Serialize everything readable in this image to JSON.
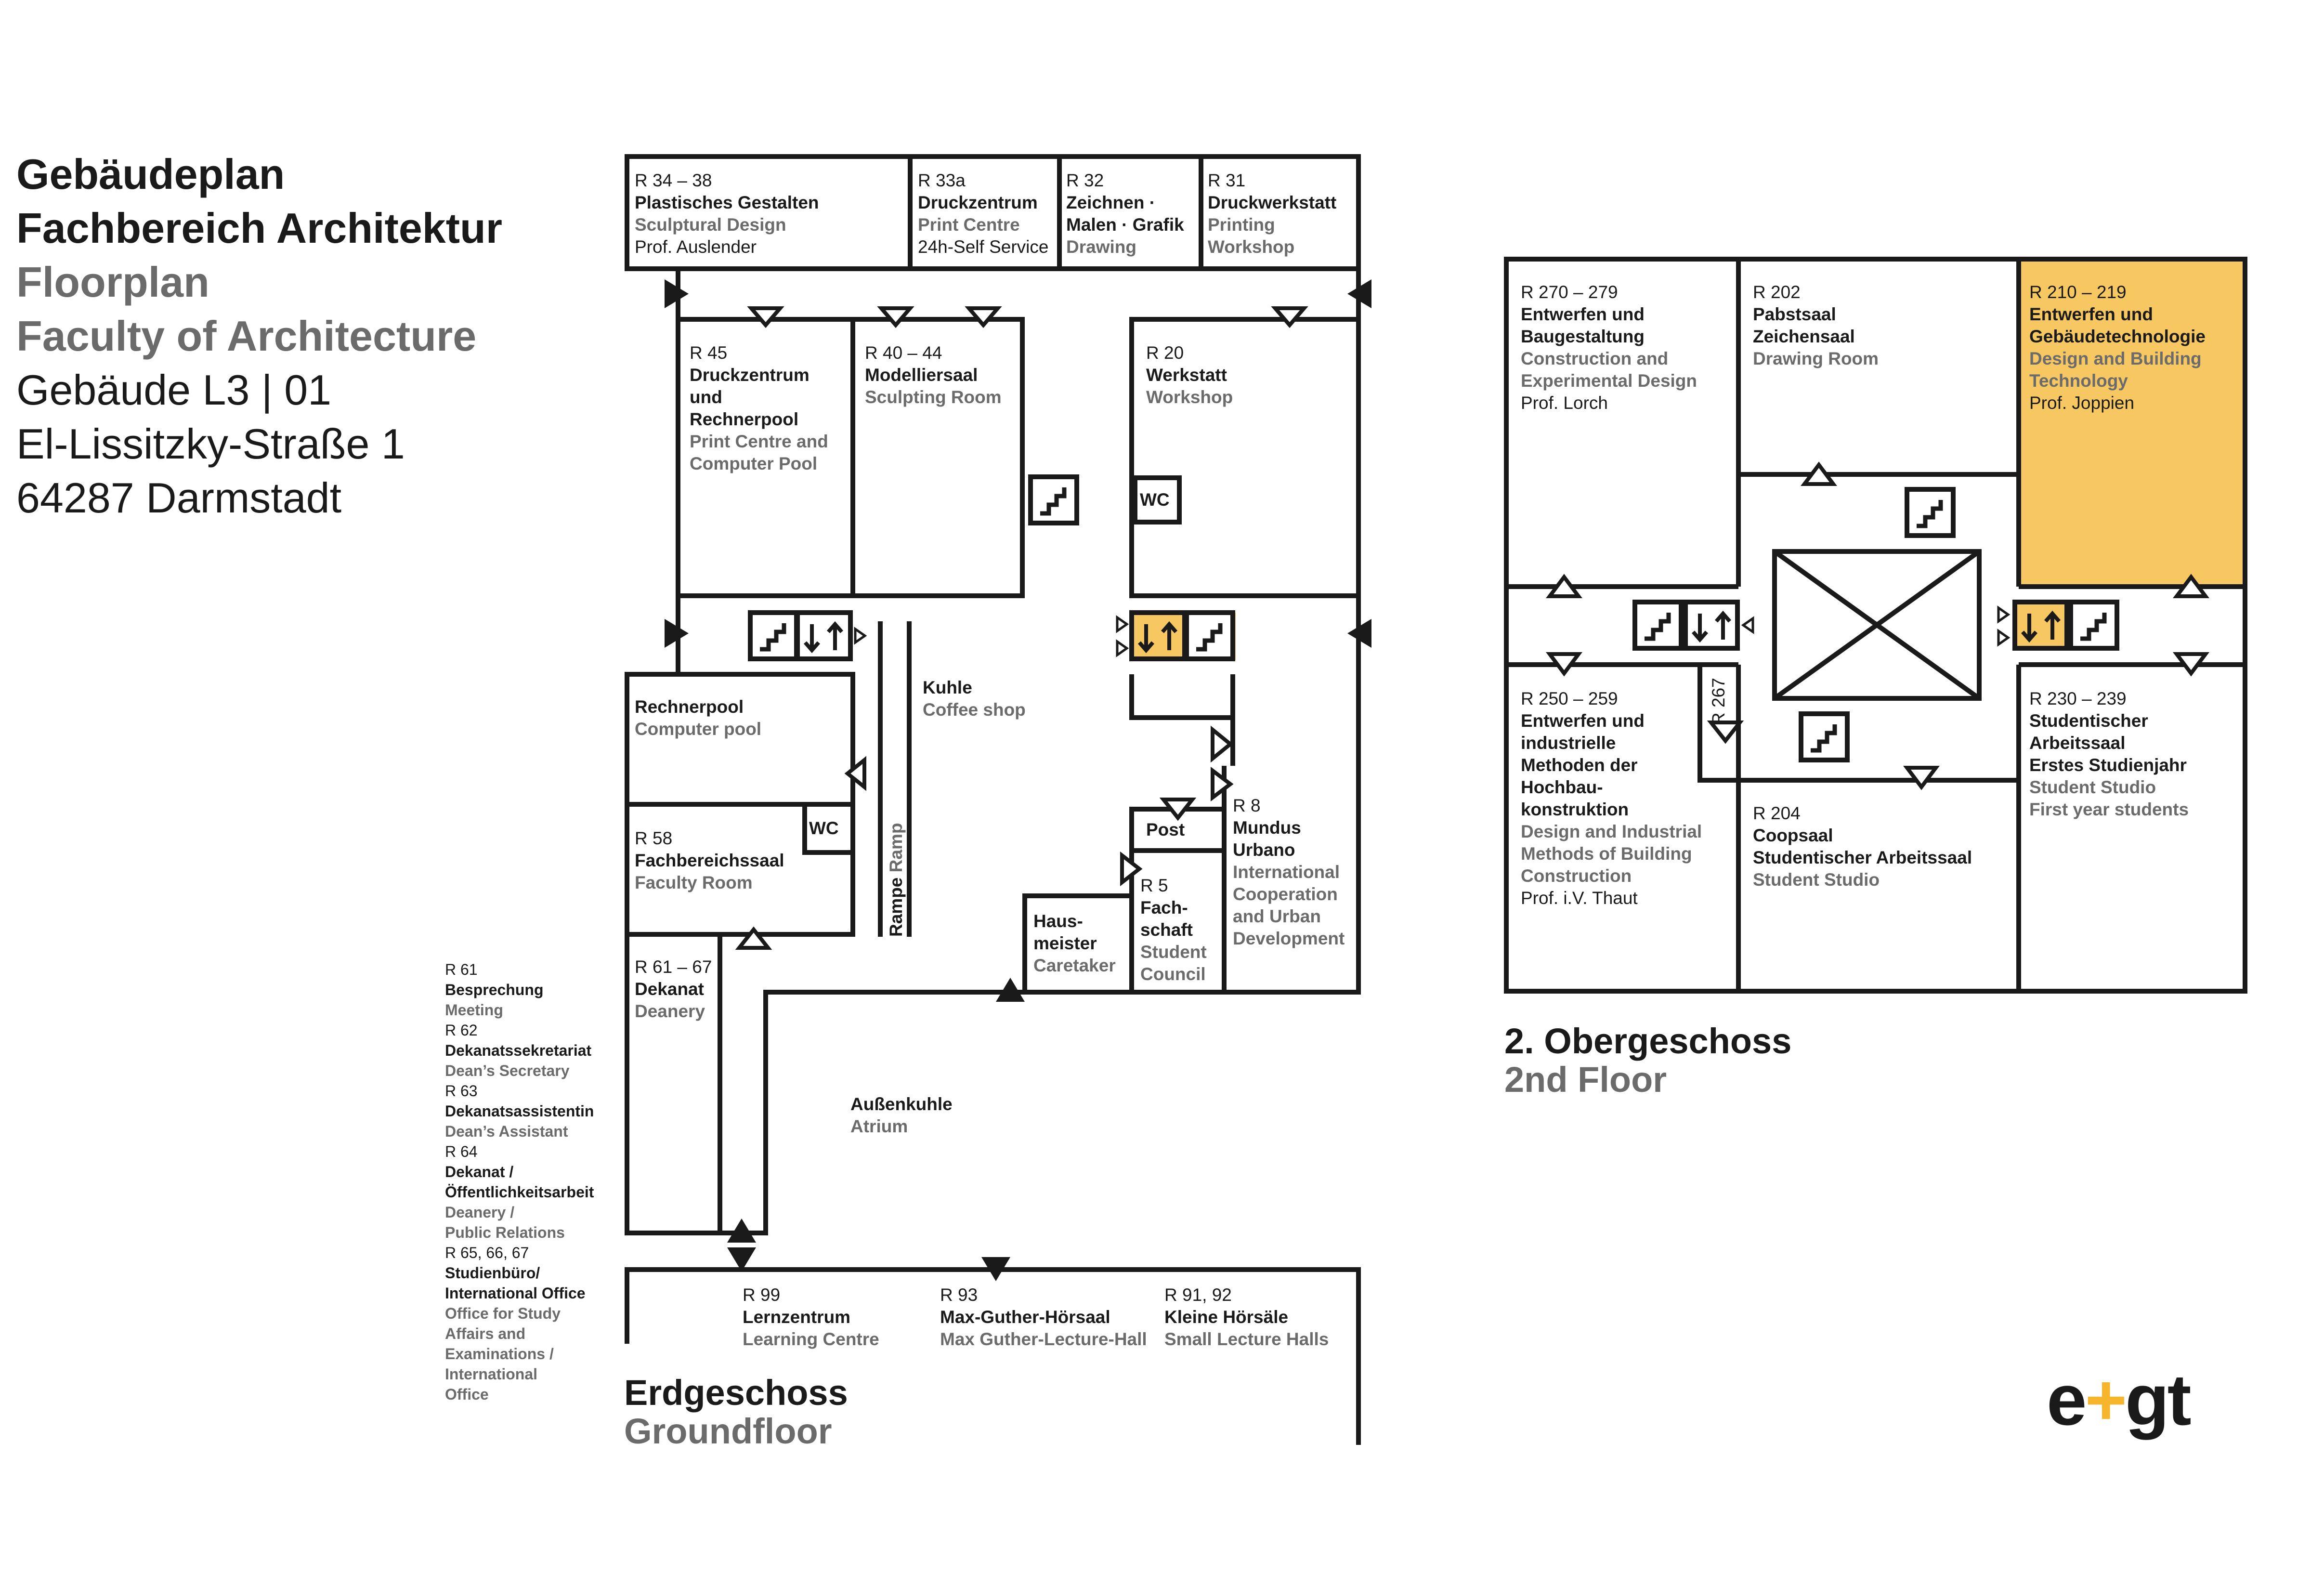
{
  "header": {
    "title_de_1": "Gebäudeplan",
    "title_de_2": "Fachbereich Architektur",
    "title_en_1": "Floorplan",
    "title_en_2": "Faculty of Architecture",
    "building": "Gebäude L3 | 01",
    "street": "El-Lissitzky-Straße 1",
    "city": "64287 Darmstadt"
  },
  "ground": {
    "title_de": "Erdgeschoss",
    "title_en": "Groundfloor",
    "rooms": {
      "r34": {
        "num": "R 34 – 38",
        "de": "Plastisches Gestalten",
        "en": "Sculptural Design",
        "prof": "Prof. Auslender"
      },
      "r33a": {
        "num": "R 33a",
        "de": "Druckzentrum",
        "en": "Print Centre",
        "extra": "24h-Self Service"
      },
      "r32": {
        "num": "R 32",
        "de1": "Zeichnen ·",
        "de2": "Malen · Grafik",
        "en": "Drawing"
      },
      "r31": {
        "num": "R 31",
        "de": "Druckwerkstatt",
        "en1": "Printing",
        "en2": "Workshop"
      },
      "r45": {
        "num": "R 45",
        "de1": "Druckzentrum",
        "de2": "und",
        "de3": "Rechnerpool",
        "en1": "Print Centre and",
        "en2": "Computer Pool"
      },
      "r40": {
        "num": "R 40 – 44",
        "de": "Modelliersaal",
        "en": "Sculpting Room"
      },
      "r20": {
        "num": "R 20",
        "de": "Werkstatt",
        "en": "Workshop"
      },
      "rechnerpool": {
        "de": "Rechnerpool",
        "en": "Computer pool"
      },
      "r58": {
        "num": "R 58",
        "de": "Fachbereichssaal",
        "en": "Faculty Room"
      },
      "kuhle": {
        "de": "Kuhle",
        "en": "Coffee shop"
      },
      "rampe": {
        "de": "Rampe",
        "en": "Ramp"
      },
      "r61": {
        "num": "R 61 – 67",
        "de": "Dekanat",
        "en": "Deanery"
      },
      "hausmeister": {
        "de1": "Haus-",
        "de2": "meister",
        "en": "Caretaker"
      },
      "r5": {
        "num": "R 5",
        "de1": "Fach-",
        "de2": "schaft",
        "en1": "Student",
        "en2": "Council"
      },
      "post": "Post",
      "r8": {
        "num": "R 8",
        "de1": "Mundus",
        "de2": "Urbano",
        "en1": "International",
        "en2": "Cooperation",
        "en3": "and Urban",
        "en4": "Development"
      },
      "atrium": {
        "de": "Außenkuhle",
        "en": "Atrium"
      },
      "r99": {
        "num": "R 99",
        "de": "Lernzentrum",
        "en": "Learning Centre"
      },
      "r93": {
        "num": "R 93",
        "de": "Max-Guther-Hörsaal",
        "en": "Max Guther-Lecture-Hall"
      },
      "r91": {
        "num": "R 91, 92",
        "de": "Kleine Hörsäle",
        "en": "Small Lecture Halls"
      },
      "wc1": "WC",
      "wc2": "WC"
    },
    "dekanat_list": [
      {
        "num": "R 61",
        "de": "Besprechung",
        "en": "Meeting"
      },
      {
        "num": "R 62",
        "de": "Dekanatssekretariat",
        "en": "Dean’s Secretary"
      },
      {
        "num": "R 63",
        "de": "Dekanatsassistentin",
        "en": "Dean’s Assistant"
      },
      {
        "num": "R 64",
        "de": "Dekanat /",
        "de2": "Öffentlichkeitsarbeit",
        "en": "Deanery /",
        "en2": "Public Relations"
      },
      {
        "num": "R 65, 66, 67",
        "de": "Studienbüro/",
        "de2": "International Office",
        "en": "Office for Study",
        "en2": "Affairs and",
        "en3": "Examinations /",
        "en4": "International",
        "en5": "Office"
      }
    ]
  },
  "second": {
    "title_de": "2. Obergeschoss",
    "title_en": "2nd Floor",
    "rooms": {
      "r270": {
        "num": "R 270 – 279",
        "de1": "Entwerfen und",
        "de2": "Baugestaltung",
        "en1": "Construction and",
        "en2": "Experimental Design",
        "prof": "Prof. Lorch"
      },
      "r202": {
        "num": "R 202",
        "de1": "Pabstsaal",
        "de2": "Zeichensaal",
        "en": "Drawing Room"
      },
      "r210": {
        "num": "R 210 – 219",
        "de1": "Entwerfen und",
        "de2": "Gebäudetechnologie",
        "en1": "Design and Building",
        "en2": "Technology",
        "prof": "Prof. Joppien"
      },
      "r250": {
        "num": "R 250 – 259",
        "de1": "Entwerfen und",
        "de2": "industrielle",
        "de3": "Methoden der",
        "de4": "Hochbau-",
        "de5": "konstruktion",
        "en1": "Design and Industrial",
        "en2": "Methods of Building",
        "en3": "Construction",
        "prof": "Prof. i.V. Thaut"
      },
      "r267": "R 267",
      "r204": {
        "num": "R 204",
        "de1": "Coopsaal",
        "de2": "Studentischer Arbeitssaal",
        "en": "Student Studio"
      },
      "r230": {
        "num": "R 230 – 239",
        "de1": "Studentischer",
        "de2": "Arbeitssaal",
        "de3": "Erstes Studienjahr",
        "en1": "Student Studio",
        "en2": "First year students"
      }
    }
  },
  "logo": {
    "left": "e",
    "plus": "+",
    "right": "gt"
  },
  "colors": {
    "highlight": "#f7c862",
    "line": "#1a1a1a",
    "gray": "#6b6b6b",
    "logo_plus": "#f7b52c"
  }
}
